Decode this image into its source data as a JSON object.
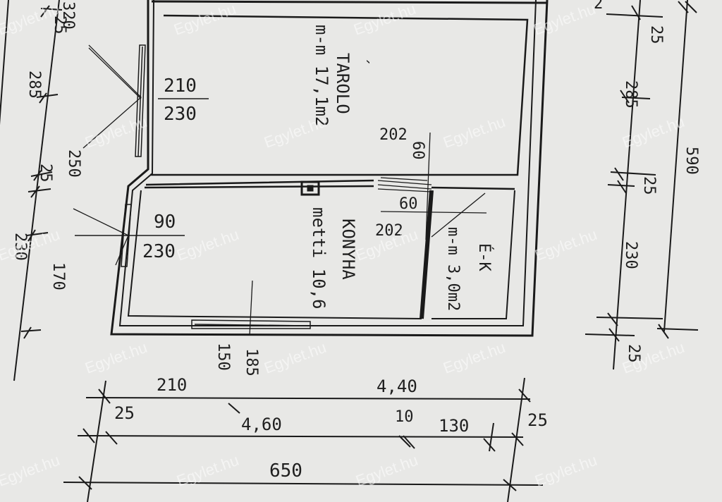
{
  "rooms": {
    "tarolo": {
      "name": "TAROLO",
      "accent": "´",
      "area": "m-m 17,1m2"
    },
    "konyha": {
      "name": "KONYHA",
      "area": "metti 10,6"
    },
    "ek": {
      "name": "É-K",
      "area": "m-m 3,0m2"
    }
  },
  "windows": {
    "tarolo": {
      "width": "210",
      "height": "230"
    },
    "konyha": {
      "width": "90",
      "height": "230"
    }
  },
  "doors": {
    "tarolo": {
      "width": "60",
      "height": "202"
    },
    "konyha": {
      "width": "60",
      "height": "202"
    }
  },
  "dims_left": {
    "d320": "320",
    "d25a": "25",
    "d285": "285",
    "d250": "250",
    "d25b": "25",
    "d230": "230",
    "d170": "170"
  },
  "dims_right": {
    "d2": "2",
    "d25a": "25",
    "d285": "285",
    "d590": "590",
    "d25b": "25",
    "d230": "230",
    "d25c": "25"
  },
  "dims_bottom": {
    "d150": "150",
    "d185": "185",
    "d210": "210",
    "d440": "4,40",
    "d25a": "25",
    "d460": "4,60",
    "d10": "10",
    "d130": "130",
    "d25b": "25",
    "d650": "650"
  },
  "watermark": "Egylet.hu"
}
